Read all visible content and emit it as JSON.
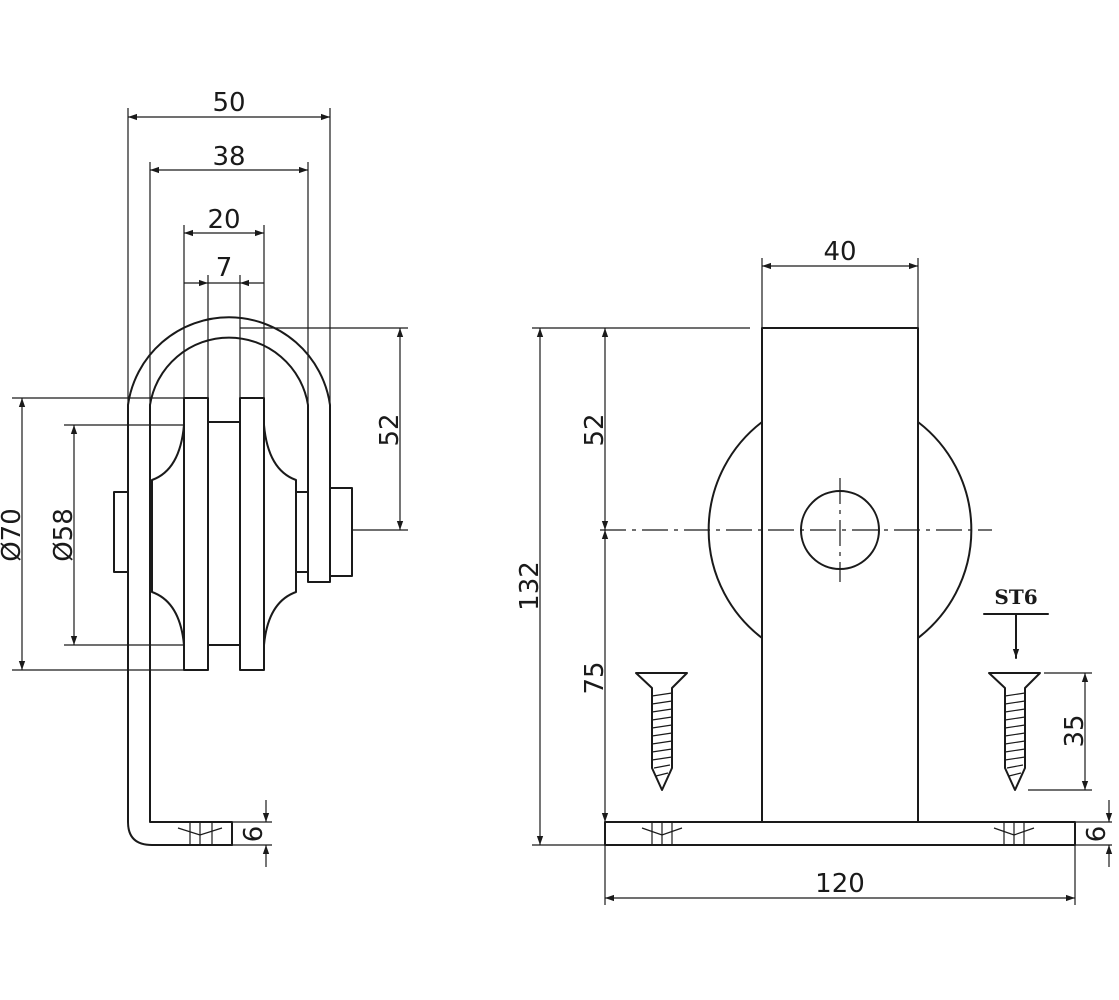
{
  "side_view": {
    "dims": {
      "overall_width": "50",
      "bracket_width": "38",
      "wheel_width": "20",
      "groove_width": "7",
      "wheel_dia_outer": "Ø70",
      "wheel_dia_inner": "Ø58",
      "axle_height": "52",
      "plate_thickness": "6"
    }
  },
  "front_view": {
    "dims": {
      "upright_width": "40",
      "axle_height": "52",
      "total_height": "132",
      "lower_height": "75",
      "screw_length": "35",
      "plate_thickness": "6",
      "base_length": "120"
    },
    "screw_label": "ST6"
  }
}
